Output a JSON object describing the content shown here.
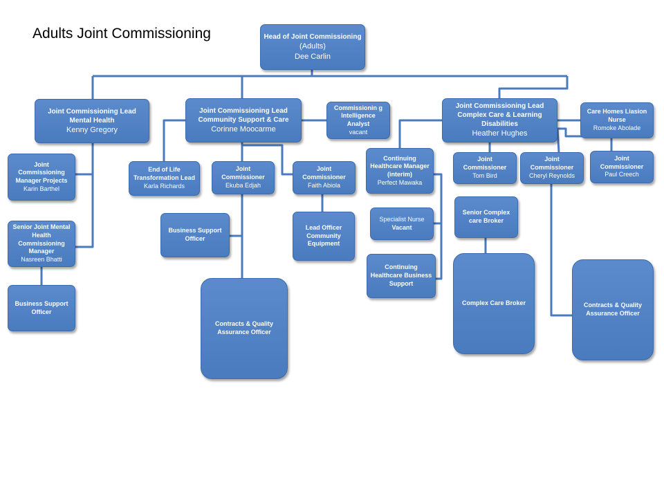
{
  "title": "Adults Joint Commissioning",
  "boxes": {
    "head": {
      "title": "Head of Joint Commissioning",
      "sub": "(Adults)",
      "name": "Dee Carlin"
    },
    "mh_lead": {
      "title": "Joint Commissioning Lead Mental Health",
      "name": "Kenny Gregory"
    },
    "csc_lead": {
      "title": "Joint Commissioning Lead Community Support & Care",
      "name": "Corinne Moocarme"
    },
    "intel": {
      "title": "Commissionin g Intelligence Analyst",
      "name": "vacant"
    },
    "ccld_lead": {
      "title": "Joint Commissioning Lead Complex Care & Learning Disabilities",
      "name": "Heather Hughes"
    },
    "care_homes": {
      "title": "Care Homes Liasion Nurse",
      "name": "Romoke Abolade"
    },
    "jcm_projects": {
      "title": "Joint Commissioning Manager Projects",
      "name": "Karin Barthel"
    },
    "sjmh": {
      "title": "Senior Joint Mental Health Commissioning Manager",
      "name": "Nasreen Bhatti"
    },
    "bso_left": {
      "title": "Business Support Officer"
    },
    "eol": {
      "title": "End of Life Transformation Lead",
      "name": "Karla Richards"
    },
    "jc_ekuba": {
      "title": "Joint Commissioner",
      "name": "Ekuba Edjah"
    },
    "jc_faith": {
      "title": "Joint Commissioner",
      "name": "Faith Abiola"
    },
    "bso_mid": {
      "title": "Business Support Officer"
    },
    "lead_officer": {
      "title": "Lead Officer Community Equipment"
    },
    "cqao_mid": {
      "title": "Contracts & Quality Assurance Officer"
    },
    "chc_manager": {
      "title": "Continuing Healthcare Manager (interim)",
      "name": "Perfect Mawaka"
    },
    "specialist": {
      "title": "Specialist Nurse",
      "name": "Vacant"
    },
    "chc_support": {
      "title": "Continuing Healthcare Business Support"
    },
    "jc_tom": {
      "title": "Joint Commissioner",
      "name": "Tom Bird"
    },
    "jc_cheryl": {
      "title": "Joint Commissioner",
      "name": "Cheryl Reynolds"
    },
    "jc_paul": {
      "title": "Joint Commissioner",
      "name": "Paul Creech"
    },
    "senior_broker": {
      "title": "Senior Complex care Broker"
    },
    "broker": {
      "title": "Complex Care Broker"
    },
    "cqao_right": {
      "title": "Contracts & Quality Assurance Officer"
    }
  },
  "colors": {
    "box": "#4f81bd",
    "line": "#4a7bbf"
  }
}
